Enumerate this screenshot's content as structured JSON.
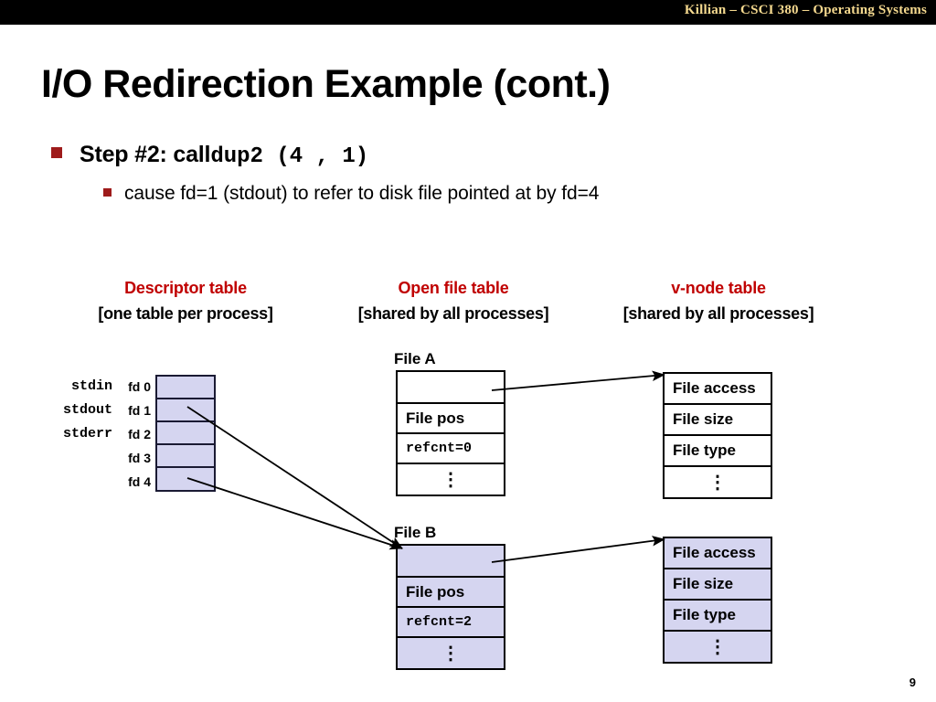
{
  "header": {
    "course_banner": "Killian – CSCI 380 – Operating Systems"
  },
  "slide": {
    "title": "I/O Redirection Example (cont.)",
    "page_number": "9"
  },
  "bullets": {
    "level1": {
      "prefix": "Step #2: call ",
      "code": "dup2 (4 , 1)"
    },
    "level2": {
      "text": "cause fd=1 (stdout) to refer to disk file pointed at by fd=4"
    }
  },
  "columns": {
    "descriptor": {
      "heading": "Descriptor table",
      "subheading": "[one table per process]"
    },
    "openfile": {
      "heading": "Open file table",
      "subheading": "[shared by all processes]"
    },
    "vnode": {
      "heading": "v-node table",
      "subheading": "[shared by all processes]"
    }
  },
  "descriptor_table": {
    "rows": [
      {
        "stream": "stdin",
        "fd": "fd 0"
      },
      {
        "stream": "stdout",
        "fd": "fd 1"
      },
      {
        "stream": "stderr",
        "fd": "fd 2"
      },
      {
        "stream": "",
        "fd": "fd 3"
      },
      {
        "stream": "",
        "fd": "fd 4"
      }
    ]
  },
  "file_a": {
    "label": "File A",
    "highlighted": false,
    "cells": [
      {
        "text": ""
      },
      {
        "text": "File pos"
      },
      {
        "text": "refcnt=0"
      },
      {
        "text": "⋮"
      }
    ]
  },
  "file_b": {
    "label": "File B",
    "highlighted": true,
    "cells": [
      {
        "text": ""
      },
      {
        "text": "File pos"
      },
      {
        "text": "refcnt=2"
      },
      {
        "text": "⋮"
      }
    ]
  },
  "vnode_a": {
    "highlighted": false,
    "cells": [
      {
        "text": "File access"
      },
      {
        "text": "File size"
      },
      {
        "text": "File type"
      },
      {
        "text": "⋮"
      }
    ]
  },
  "vnode_b": {
    "highlighted": true,
    "cells": [
      {
        "text": "File access"
      },
      {
        "text": "File size"
      },
      {
        "text": "File type"
      },
      {
        "text": "⋮"
      }
    ]
  },
  "colors": {
    "banner_bg": "#000000",
    "banner_text": "#f5d98f",
    "heading_red": "#c00000",
    "bullet_square": "#9e1b1b",
    "highlight_lavender": "#d5d5f0",
    "table_border": "#000000"
  }
}
